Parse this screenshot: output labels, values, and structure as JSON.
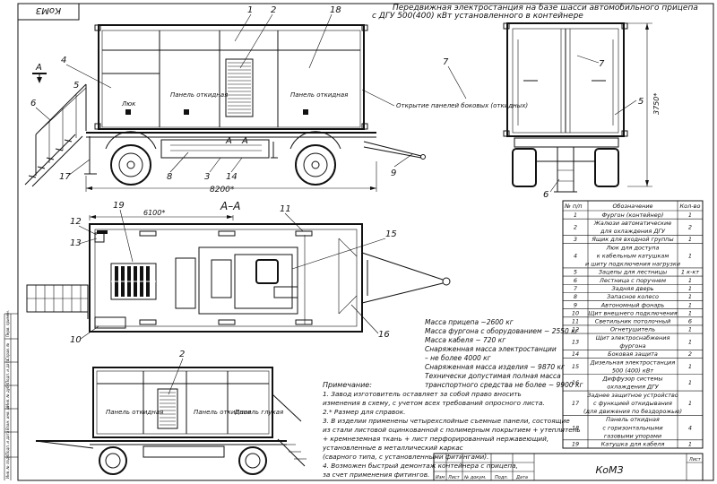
{
  "stamp": "КоМЗ",
  "title_block": "КоМЗ",
  "drawing_title": [
    "Передвижная электростанция на базе шасси автомобильного прицепа",
    "с ДГУ 500(400) кВт установленного в контейнере"
  ],
  "section_label": "А–А",
  "section_marker": "А",
  "dims": {
    "length": "8200*",
    "section_length": "6100*",
    "height": "3750*"
  },
  "side_view_labels": {
    "hatch": "Люк",
    "panel_open_1": "Панель откидная",
    "panel_open_2": "Панель откидная",
    "open_panels_note": "Открытие панелей боковых (откидных)"
  },
  "bottom_view_labels": {
    "panel_open_1": "Панель откидная",
    "panel_open_2": "Панель откидная",
    "panel_blind": "Панель глухая"
  },
  "callouts": {
    "side": [
      "1",
      "2",
      "18",
      "4",
      "5",
      "6",
      "17",
      "8",
      "3",
      "14",
      "9",
      "7"
    ],
    "plan": [
      "12",
      "13",
      "19",
      "11",
      "15",
      "10",
      "16"
    ],
    "rear": [
      "7",
      "5",
      "6"
    ],
    "bottom": [
      "2"
    ]
  },
  "masses": [
    "Масса прицепа ~2600 кг",
    "Масса фургона с оборудованием ~ 2550 кг",
    "Масса кабеля ~ 720 кг",
    "Снаряженная масса электростанции",
    "– не более 4000 кг",
    "Снаряженная масса изделия ~ 9870 кг",
    "Технически допустимая полная масса",
    "транспортного средства не более ~ 9900 кг"
  ],
  "notes_title": "Примечание:",
  "notes": [
    "1. Завод изготовитель оставляет за собой право вносить",
    "изменения в схему, с учетом всех требований опросного листа.",
    "2.* Размер для справок.",
    "3. В изделии применены четырехслойные съемные панели, состоящие",
    "из стали листовой оцинкованной с полимерным покрытием + утеплитель",
    "+ кремнеземная ткань + лист перфорированный нержавеющий,",
    "установленные в металлический каркас",
    "(сварного типа, с установленными фитингами).",
    "4. Возможен быстрый демонтаж контейнера с прицепа,",
    "за счет применения фитингов."
  ],
  "table": {
    "headers": [
      "№ п/п",
      "Обозначение",
      "Кол-во"
    ],
    "rows": [
      {
        "n": "1",
        "name": [
          "Фургон (контейнер)"
        ],
        "qty": "1"
      },
      {
        "n": "2",
        "name": [
          "Жалюзи автоматические",
          "для охлаждения ДГУ"
        ],
        "qty": "2"
      },
      {
        "n": "3",
        "name": [
          "Ящик для входной группы"
        ],
        "qty": "1"
      },
      {
        "n": "4",
        "name": [
          "Люк для доступа",
          "к кабельным катушкам",
          "и шиту подключения нагрузки"
        ],
        "qty": "1"
      },
      {
        "n": "5",
        "name": [
          "Зацепы для лестницы"
        ],
        "qty": "1 к-кт"
      },
      {
        "n": "6",
        "name": [
          "Лестница с поручнем"
        ],
        "qty": "1"
      },
      {
        "n": "7",
        "name": [
          "Задняя дверь"
        ],
        "qty": "1"
      },
      {
        "n": "8",
        "name": [
          "Запасное колесо"
        ],
        "qty": "1"
      },
      {
        "n": "9",
        "name": [
          "Автономный фонарь"
        ],
        "qty": "1"
      },
      {
        "n": "10",
        "name": [
          "Щит внешнего подключения"
        ],
        "qty": "1"
      },
      {
        "n": "11",
        "name": [
          "Светильник потолочный"
        ],
        "qty": "6"
      },
      {
        "n": "12",
        "name": [
          "Огнетушитель"
        ],
        "qty": "1"
      },
      {
        "n": "13",
        "name": [
          "Щит электроснабжения",
          "фургона"
        ],
        "qty": "1"
      },
      {
        "n": "14",
        "name": [
          "Боковая защита"
        ],
        "qty": "2"
      },
      {
        "n": "15",
        "name": [
          "Дизельная электростанция",
          "500 (400) кВт"
        ],
        "qty": "1"
      },
      {
        "n": "16",
        "name": [
          "Диффузор системы",
          "охлаждения ДГУ"
        ],
        "qty": "1"
      },
      {
        "n": "17",
        "name": [
          "Заднее защитное устройство",
          "с функцией откидывания",
          "(для движения по бездорожью)"
        ],
        "qty": "1"
      },
      {
        "n": "18",
        "name": [
          "Панель откидная",
          "с горизонтальными",
          "газовыми упорами"
        ],
        "qty": "4"
      },
      {
        "n": "19",
        "name": [
          "Катушка для кабеля"
        ],
        "qty": "1"
      }
    ]
  },
  "left_margin": [
    "Перв. примен.",
    "Справ. №",
    "Подп. и дата",
    "Инв. № дубл.",
    "Взам. инв. №",
    "Подп. и дата",
    "Инв. № подл."
  ],
  "title_cols": [
    "Изм",
    "Лист",
    "№ докум.",
    "Подп.",
    "Дата"
  ],
  "sheet_label": "Лист"
}
